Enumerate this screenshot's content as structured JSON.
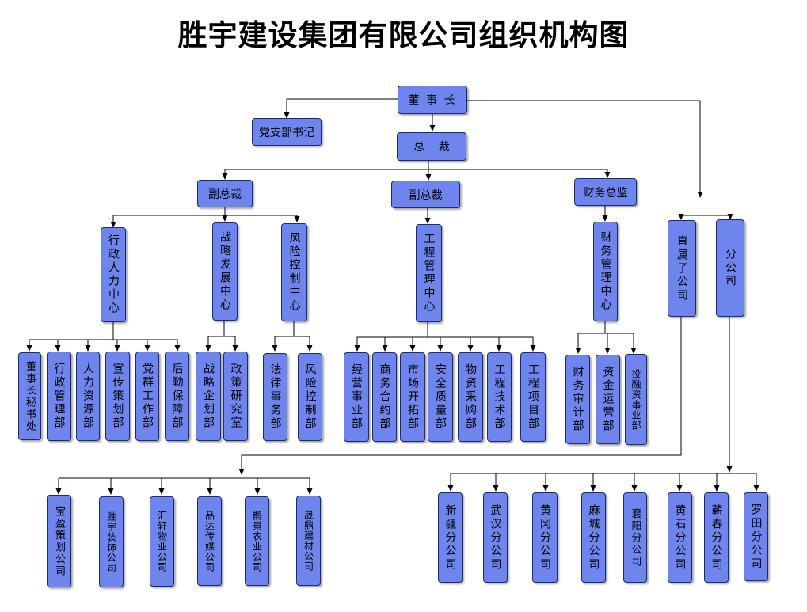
{
  "title": "胜宇建设集团有限公司组织机构图",
  "nodes": {
    "chairman": "董 事 长",
    "party_secretary": "党支部书记",
    "president": "总    裁",
    "vp_left": "副总裁",
    "vp_mid": "副总裁",
    "cfo": "财务总监",
    "admin_hr_center": "行政人力中心",
    "strategy_center": "战略发展中心",
    "risk_center": "风险控制中心",
    "engineering_center": "工程管理中心",
    "finance_center": "财务管理中心",
    "subsidiaries": "直属子公司",
    "branches": "分公司",
    "chairman_secretary_office": "董事长秘书处",
    "admin_dept": "行政管理部",
    "hr_dept": "人力资源部",
    "publicity_dept": "宣传策划部",
    "party_dept": "党群工作部",
    "logistics_dept": "后勤保障部",
    "strategic_planning_dept": "战略企划部",
    "policy_research_office": "政策研究室",
    "legal_dept": "法律事务部",
    "risk_control_dept": "风险控制部",
    "business_dept": "经营事业部",
    "contract_dept": "商务合约部",
    "market_dept": "市场开拓部",
    "safety_dept": "安全质量部",
    "procurement_dept": "物资采购部",
    "tech_dept": "工程技术部",
    "project_dept": "工程项目部",
    "audit_dept": "财务审计部",
    "capital_dept": "资金运营部",
    "investment_dept": "投融资事业部",
    "sub_baoying": "宝盈策划公司",
    "sub_shengyu": "胜宇装饰公司",
    "sub_huixuan": "汇轩物业公司",
    "sub_pinda": "品达传媒公司",
    "sub_quejing": "鹊景农业公司",
    "sub_jingding": "晟鼎建材公司",
    "br_xinjiang": "新疆分公司",
    "br_wuhan": "武汉分公司",
    "br_huanggang": "黄冈分公司",
    "br_macheng": "麻城分公司",
    "br_xiangyang": "襄阳分公司",
    "br_huangshi": "黄石分公司",
    "br_qichun": "蕲春分公司",
    "br_luotian": "罗田分公司"
  },
  "colors": {
    "box_fill": "#6f85ee",
    "box_border": "#1f2a6e",
    "line": "#000000"
  }
}
